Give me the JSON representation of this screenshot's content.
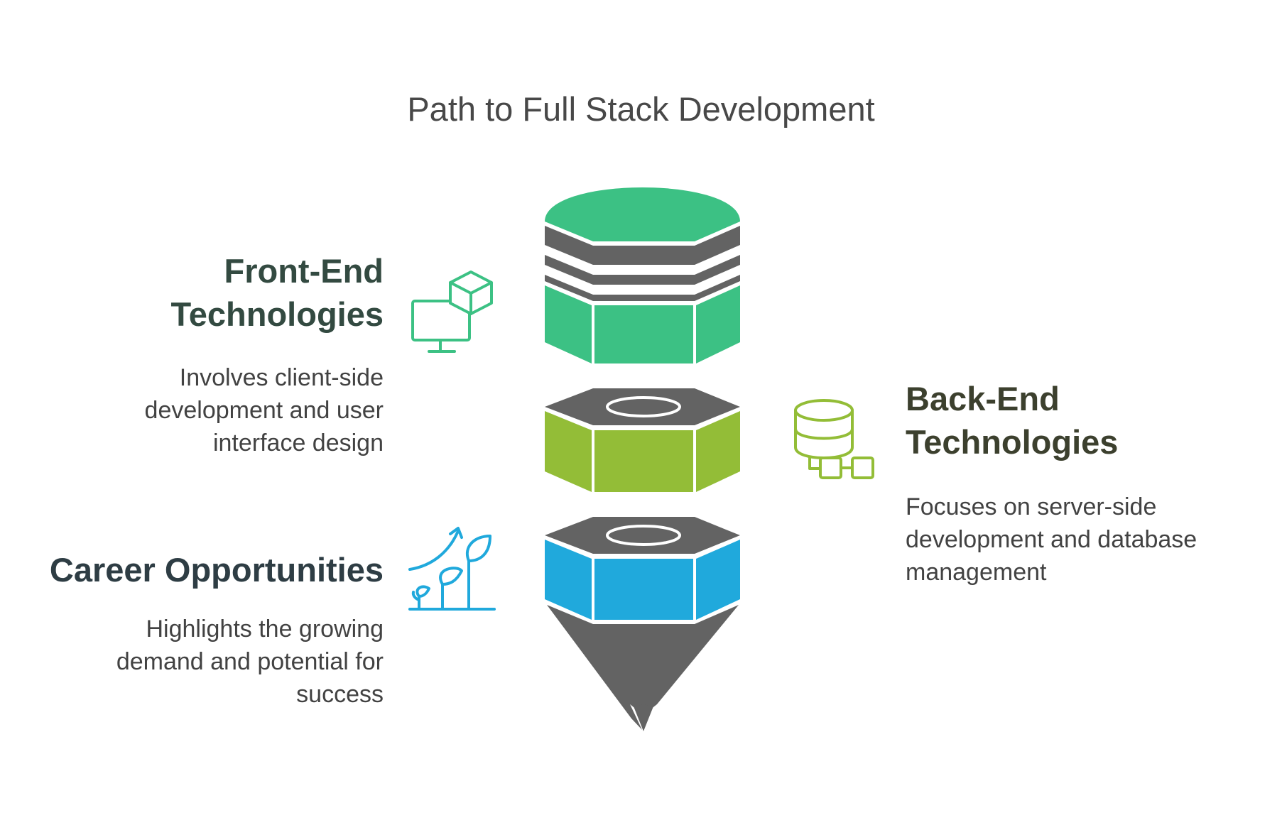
{
  "title": "Path to Full Stack Development",
  "sections": {
    "front_end": {
      "heading_line1": "Front-End",
      "heading_line2": "Technologies",
      "desc_lines": [
        "Involves client-side",
        "development and user",
        "interface design"
      ],
      "color": "#3CC184",
      "text_color": "#334A41",
      "icon": "monitor-cube-icon"
    },
    "back_end": {
      "heading_line1": "Back-End",
      "heading_line2": "Technologies",
      "desc_lines": [
        "Focuses on server-side",
        "development and database",
        "management"
      ],
      "color": "#93BD37",
      "text_color": "#3C402E",
      "icon": "database-icon"
    },
    "career": {
      "heading": "Career Opportunities",
      "desc_lines": [
        "Highlights the growing",
        "demand and potential for",
        "success"
      ],
      "color": "#20A9DC",
      "text_color": "#2E3D44",
      "icon": "plant-growth-icon"
    }
  },
  "colors": {
    "band_gray": "#636363",
    "tip_gray": "#636363"
  }
}
